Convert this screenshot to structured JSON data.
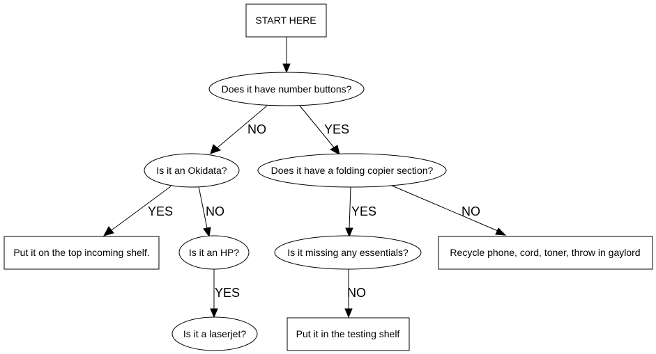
{
  "diagram": {
    "nodes": {
      "start": "START HERE",
      "q_number_buttons": "Does it have number buttons?",
      "q_okidata": "Is it an Okidata?",
      "q_folding_copier": "Does it have a folding copier section?",
      "a_top_incoming_shelf": "Put it on the top incoming shelf.",
      "q_hp": "Is it an HP?",
      "q_missing_essentials": "Is it missing any essentials?",
      "a_recycle": "Recycle phone, cord, toner, throw in gaylord",
      "q_laserjet": "Is it a laserjet?",
      "a_testing_shelf": "Put it in the testing shelf"
    },
    "edges": {
      "numbers_no": "NO",
      "numbers_yes": "YES",
      "okidata_yes": "YES",
      "okidata_no": "NO",
      "folding_yes": "YES",
      "folding_no": "NO",
      "hp_yes": "YES",
      "missing_no": "NO"
    }
  }
}
